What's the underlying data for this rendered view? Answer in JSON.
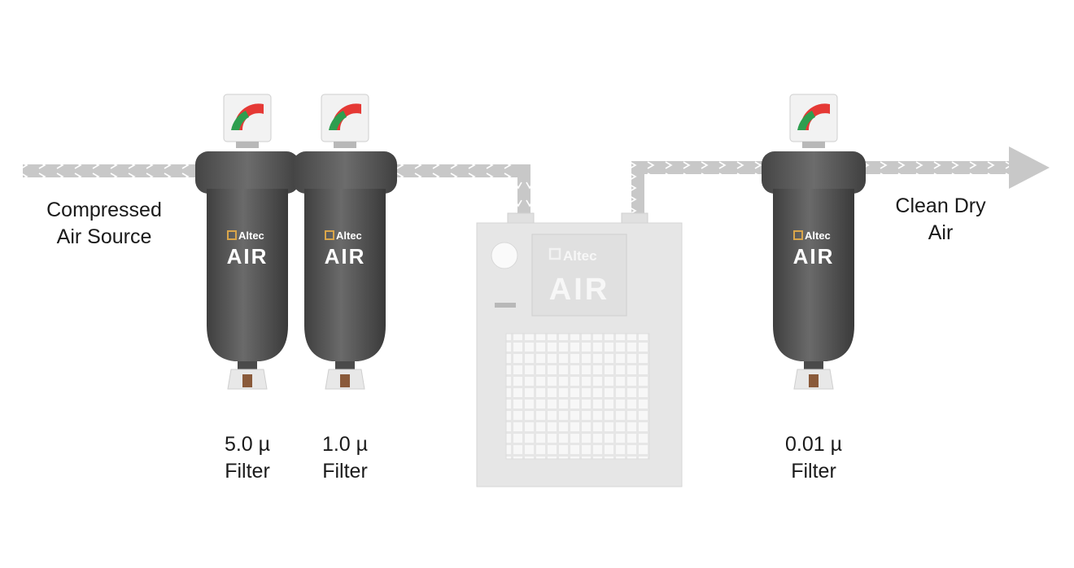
{
  "source_label": [
    "Compressed",
    "Air Source"
  ],
  "output_label": [
    "Clean Dry",
    "Air"
  ],
  "brand": {
    "small": "Altec",
    "large": "AIR"
  },
  "filters": [
    {
      "rating": "5.0 µ",
      "name": "Filter"
    },
    {
      "rating": "1.0 µ",
      "name": "Filter"
    },
    {
      "rating": "0.01 µ",
      "name": "Filter"
    }
  ],
  "colors": {
    "pipe": "#c8c8c8",
    "housing": "#5a5a5a",
    "gauge_red": "#e53935",
    "gauge_green": "#2e9e4f",
    "dryer": "#e6e6e6",
    "brand_accent": "#d9a54a"
  }
}
